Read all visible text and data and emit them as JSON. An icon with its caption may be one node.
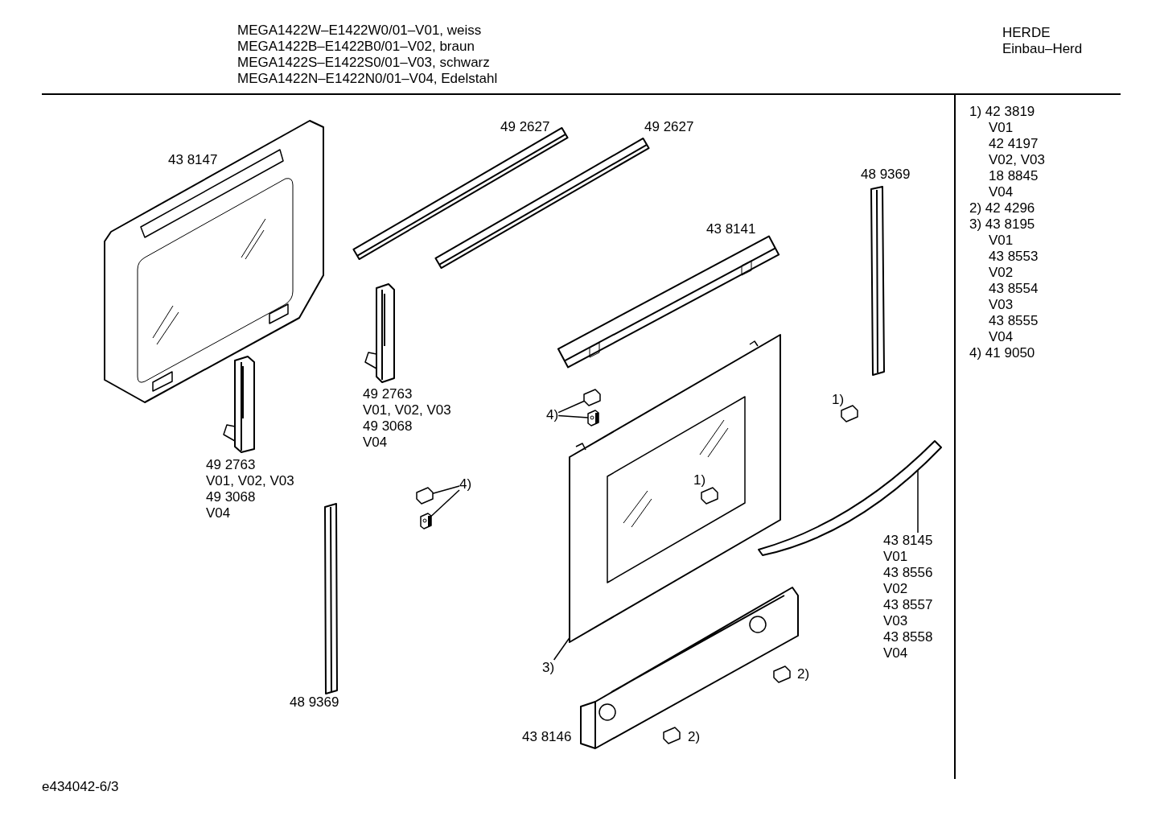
{
  "diagram": {
    "nodes": [
      {
        "text": [
          "4)"
        ]
      },
      {
        "text": [],
        "shape": "picture"
      },
      {
        "text": [],
        "shape": "picture"
      },
      {
        "text": [
          "4)"
        ]
      },
      {
        "text": [],
        "shape": "picture"
      },
      {
        "text": [],
        "shape": "picture"
      },
      {
        "text": [
          "3)"
        ]
      },
      {
        "text": [],
        "shape": "picture"
      },
      {
        "text": [
          "43 8145",
          "V01",
          "43 8556",
          "V02",
          "43 8557",
          "V03",
          "43 8558",
          "V04"
        ]
      },
      {
        "text": [],
        "shape": "picture"
      }
    ],
    "edges": [
      {
        "from": 0,
        "to": 1,
        "arrow": "none"
      },
      {
        "from": 0,
        "to": 2,
        "arrow": "none"
      },
      {
        "from": 3,
        "to": 4,
        "arrow": "none"
      },
      {
        "from": 3,
        "to": 5,
        "arrow": "none"
      },
      {
        "from": 6,
        "to": 7,
        "arrow": "none"
      },
      {
        "from": 8,
        "to": 9,
        "arrow": "none"
      }
    ],
    "labels": [
      "MEGA1422W–E1422W0/01–V01, weiss",
      "MEGA1422B–E1422B0/01–V02, braun",
      "MEGA1422S–E1422S0/01–V03, schwarz",
      "MEGA1422N–E1422N0/01–V04, Edelstahl",
      "HERDE",
      "Einbau–Herd",
      "49 2627",
      "49 2627",
      "43 8147",
      "48 9369",
      "43 8141",
      "49 2763",
      "V01, V02, V03",
      "49 3068",
      "V04",
      "49 2763",
      "V01, V02, V03",
      "49 3068",
      "V04",
      "1)",
      "1)",
      "48 9369",
      "2)",
      "2)",
      "43 8146",
      "1) 42 3819",
      "V01",
      "42 4197",
      "V02, V03",
      "18 8845",
      "V04",
      "2) 42 4296",
      "3) 43 8195",
      "V01",
      "43 8553",
      "V02",
      "43 8554",
      "V03",
      "43 8555",
      "V04",
      "4) 41 9050",
      "e434042-6/3"
    ]
  }
}
